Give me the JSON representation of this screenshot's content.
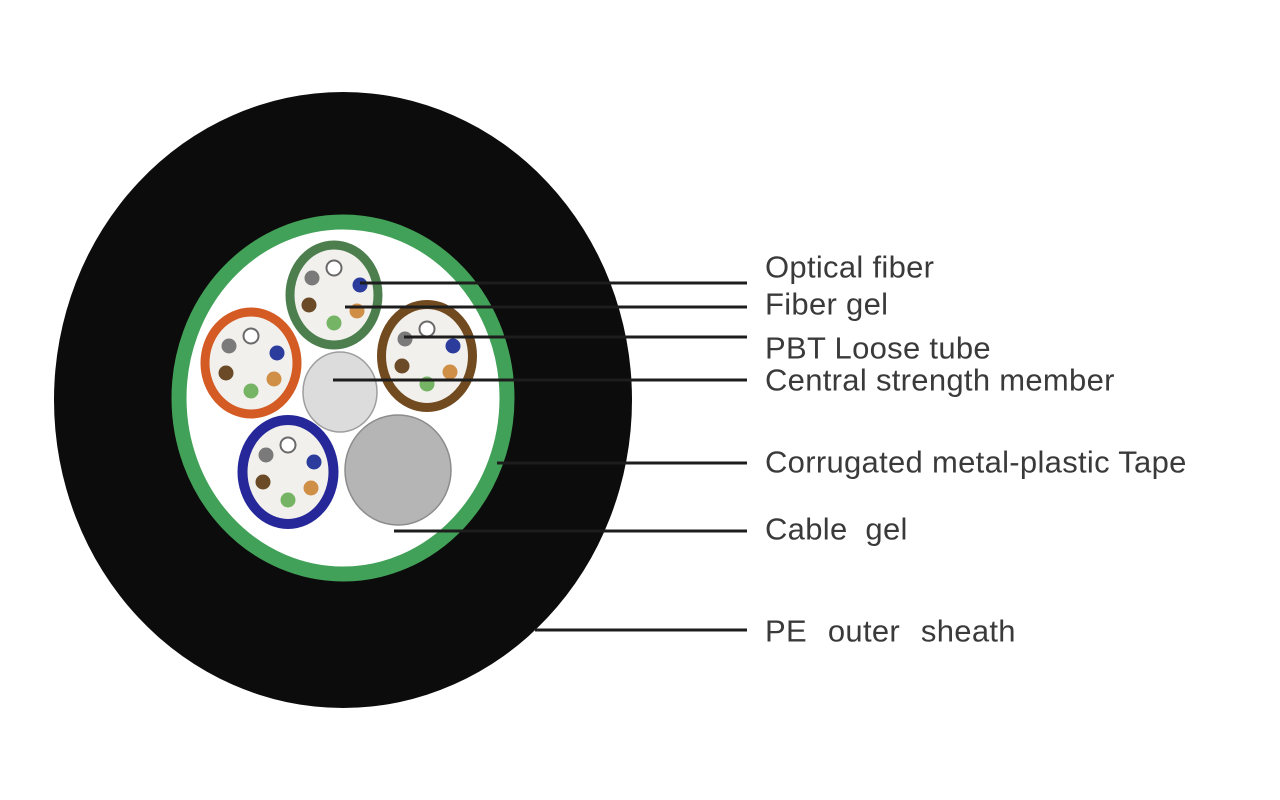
{
  "figure": {
    "title": "Fiber optic cable cross-section diagram",
    "background": "#ffffff",
    "colors": {
      "pe_outer_sheath": "#0c0c0c",
      "corrugated_tape_ring": "#42a158",
      "core_fill": "#ffffff",
      "tube_interior": "#f1f0ec",
      "tube_green": "#4d7f4e",
      "tube_orange": "#d45b24",
      "tube_brown": "#714a1f",
      "tube_blue": "#26289a",
      "central_strength_member": "#dcdcdc",
      "central_strength_member_border": "#9e9e9e",
      "cable_gel": "#b5b5b5",
      "cable_gel_border": "#8c8c8c",
      "fiber_white": "#ffffff",
      "fiber_white_border": "#6a6a6a",
      "fiber_gray": "#7a7a7a",
      "fiber_blue": "#2b3c9c",
      "fiber_brown": "#6b4a28",
      "fiber_orange": "#cf8f47",
      "fiber_green": "#74b464",
      "leader_line": "#1d1d1d",
      "label_text": "#3a3a3a"
    },
    "labels": {
      "optical_fiber": "Optical fiber",
      "fiber_gel": "Fiber gel",
      "pbt_loose_tube": "PBT Loose tube",
      "central_strength_member": "Central strength member",
      "corrugated_tape": "Corrugated metal-plastic Tape",
      "cable_gel": "Cable gel",
      "pe_outer_sheath": "PE outer sheath"
    }
  }
}
